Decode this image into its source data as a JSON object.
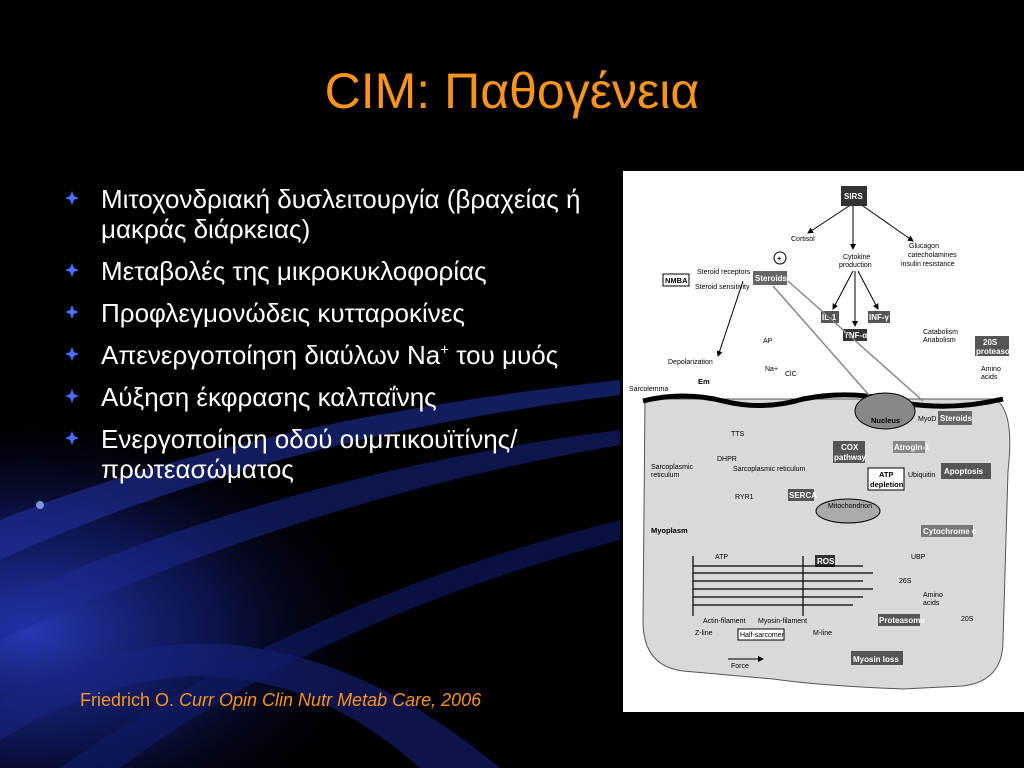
{
  "slide": {
    "title": "CIM: Παθογένεια",
    "bullets": [
      {
        "text": "Μιτοχονδριακή δυσλειτουργία (βραχείας ή μακράς διάρκειας)"
      },
      {
        "text": "Μεταβολές της μικροκυκλοφορίας"
      },
      {
        "text": "Προφλεγμονώδεις κυτταροκίνες"
      },
      {
        "text_before": "Απενεργοποίηση διαύλων Na",
        "sup": "+",
        "text_after": " του μυός"
      },
      {
        "text": "Αύξηση έκφρασης καλπαΐνης"
      },
      {
        "text": "Ενεργοποίηση οδού ουμπικουϊτίνης/πρωτεασώματος"
      }
    ],
    "citation": {
      "author": "Friedrich O. ",
      "journal": "Curr Opin Clin Nutr Metab Care, 2006"
    }
  },
  "colors": {
    "title": "#f7941d",
    "text": "#ffffff",
    "background": "#000000",
    "swoosh": "#1a2a8a"
  },
  "diagram": {
    "top": {
      "sirs": "SIRS",
      "cortisol": "Cortisol",
      "cytokine_production_1": "Cytokine",
      "cytokine_production_2": "production",
      "glucagon_1": "Glucagon",
      "glucagon_2": "catecholamines",
      "glucagon_3": "insulin resistance",
      "nmba": "NMBA",
      "steroid_receptors": "Steroid receptors",
      "steroid_sensitivity": "Steroid sensitivity",
      "steroids": "Steroids",
      "il1": "IL-1",
      "inf": "INF-γ",
      "tnf": "TNF-α",
      "catabolism": "Catabolism",
      "anabolism": "Anabolism",
      "proteasome_1": "20S",
      "proteasome_2": "proteasome",
      "amino_acids_1": "Amino",
      "amino_acids_2": "acids"
    },
    "membrane": {
      "depolarization": "Depolarization",
      "sarcolemma": "Sarcolemma",
      "em": "Em",
      "ap": "AP",
      "clc": "ClC",
      "na": "Na+",
      "tts": "TTS",
      "nucleus": "Nucleus",
      "myod": "MyoD",
      "steroids2": "Steroids"
    },
    "cell": {
      "sr_left_1": "Sarcoplasmic",
      "sr_left_2": "reticulum",
      "sr_mid": "Sarcoplasmic reticulum",
      "dhpr": "DHPR",
      "ryr1": "RYR1",
      "serca": "SERCA",
      "cox_1": "COX",
      "cox_2": "pathway",
      "atrogin": "Atrogin-1",
      "atp_depletion_1": "ATP",
      "atp_depletion_2": "depletion",
      "ubiquitin": "Ubiquitin",
      "apoptosis": "Apoptosis",
      "mitochondrion": "Mitochondrion",
      "cytochrome": "Cytochrome c",
      "myoplasm": "Myoplasm",
      "ros": "ROS",
      "atp": "ATP",
      "ubp": "UBP",
      "s26": "26S",
      "amino_acids_low_1": "Amino",
      "amino_acids_low_2": "acids",
      "proteasome_low": "Proteasome",
      "s20": "20S",
      "actin": "Actin-filament",
      "myosin": "Myosin-filament",
      "zline": "Z-line",
      "mline": "M-line",
      "half_sarcomer": "Half-sarcomer",
      "force": "Force",
      "myosin_loss": "Myosin loss"
    }
  }
}
